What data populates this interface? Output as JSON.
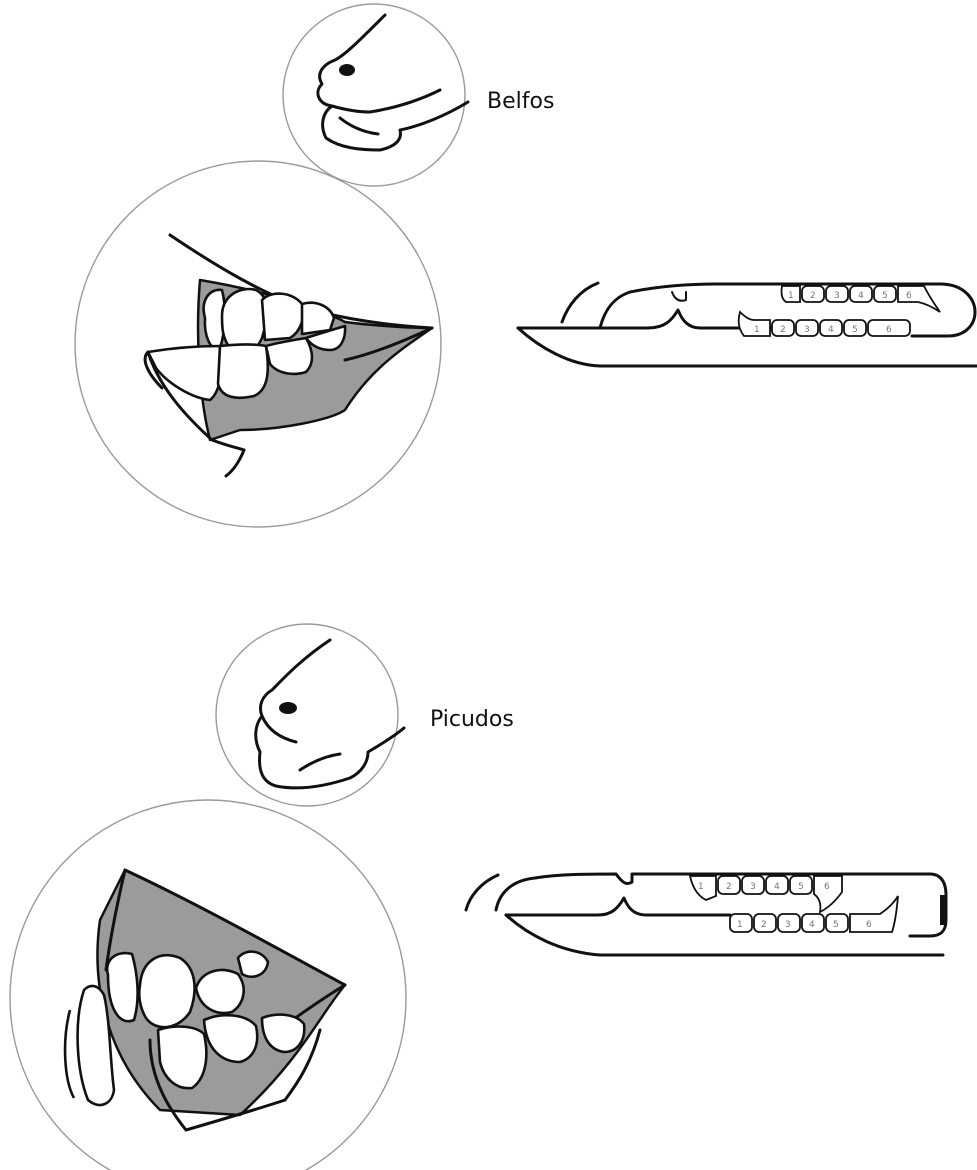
{
  "sections": [
    {
      "label": "Belfos",
      "upper_teeth": [
        "1",
        "2",
        "3",
        "4",
        "5",
        "6"
      ],
      "lower_teeth": [
        "1",
        "2",
        "3",
        "4",
        "5",
        "6"
      ]
    },
    {
      "label": "Picudos",
      "upper_teeth": [
        "1",
        "2",
        "3",
        "4",
        "5",
        "6"
      ],
      "lower_teeth": [
        "1",
        "2",
        "3",
        "4",
        "5",
        "6"
      ]
    }
  ]
}
